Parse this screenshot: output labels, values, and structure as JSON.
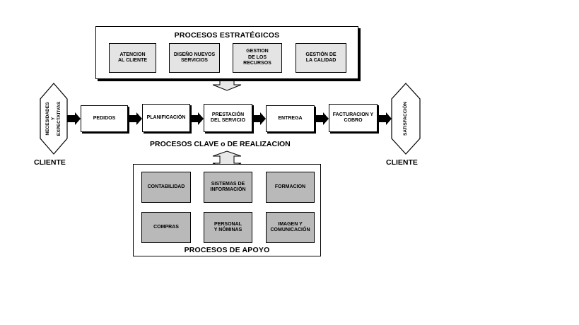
{
  "strategic": {
    "title": "PROCESOS ESTRATÉGICOS",
    "boxes": [
      "ATENCION\nAL CLIENTE",
      "DISEÑO NUEVOS\nSERVICIOS",
      "GESTION\nDE LOS\nRECURSOS",
      "GESTIÓN DE\nLA CALIDAD"
    ]
  },
  "key": {
    "title": "PROCESOS CLAVE o DE REALIZACION",
    "steps": [
      "PEDIDOS",
      "PLANIFICACIÓN",
      "PRESTACIÓN\nDEL SERVICIO",
      "ENTREGA",
      "FACTURACION Y\nCOBRO"
    ]
  },
  "support": {
    "title": "PROCESOS DE APOYO",
    "boxes": [
      "CONTABILIDAD",
      "SISTEMAS DE\nINFORMACIÓN",
      "FORMACION",
      "COMPRAS",
      "PERSONAL\nY NÓMINAS",
      "IMAGEN Y\nCOMUNICACIÓN"
    ]
  },
  "left_client": {
    "label": "CLIENTE",
    "hex_text": "NECESIDADES\nY\nEXPECTATIVAS"
  },
  "right_client": {
    "label": "CLIENTE",
    "hex_text": "SATISFACCIÓN"
  },
  "colors": {
    "light_box": "#e4e4e4",
    "dark_box": "#b9b9b9",
    "arrow_fill": "#000000",
    "connector_fill": "#e8e8e8"
  }
}
